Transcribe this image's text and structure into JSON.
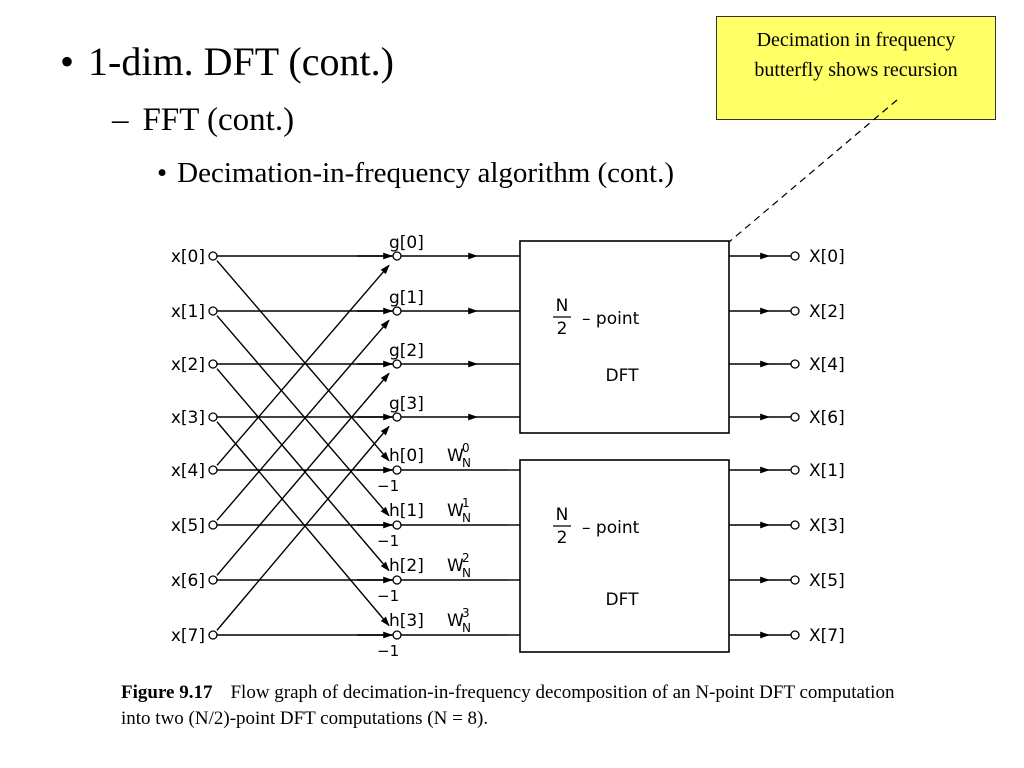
{
  "slide": {
    "bullet_glyph": "•",
    "sub_dash": "–",
    "level1": "1-dim. DFT (cont.)",
    "level2": "FFT (cont.)",
    "level3": "Decimation-in-frequency algorithm (cont.)"
  },
  "callout": {
    "line1": "Decimation in frequency",
    "line2": "butterfly shows recursion",
    "fill": "#ffff66"
  },
  "diagram": {
    "inputs": [
      "x[0]",
      "x[1]",
      "x[2]",
      "x[3]",
      "x[4]",
      "x[5]",
      "x[6]",
      "x[7]"
    ],
    "g_labels": [
      "g[0]",
      "g[1]",
      "g[2]",
      "g[3]"
    ],
    "h_labels": [
      "h[0]",
      "h[1]",
      "h[2]",
      "h[3]"
    ],
    "twiddles": [
      {
        "base": "W",
        "sup": "0",
        "sub": "N"
      },
      {
        "base": "W",
        "sup": "1",
        "sub": "N"
      },
      {
        "base": "W",
        "sup": "2",
        "sub": "N"
      },
      {
        "base": "W",
        "sup": "3",
        "sub": "N"
      }
    ],
    "minus_one": "−1",
    "outputs_top": [
      "X[0]",
      "X[2]",
      "X[4]",
      "X[6]"
    ],
    "outputs_bottom": [
      "X[1]",
      "X[3]",
      "X[5]",
      "X[7]"
    ],
    "block": {
      "numerator": "N",
      "denominator": "2",
      "point_text": "– point",
      "dft_text": "DFT"
    }
  },
  "caption": {
    "label": "Figure 9.17",
    "text": "Flow graph of decimation-in-frequency decomposition of an N-point DFT computation into two (N/2)-point DFT computations (N = 8)."
  }
}
